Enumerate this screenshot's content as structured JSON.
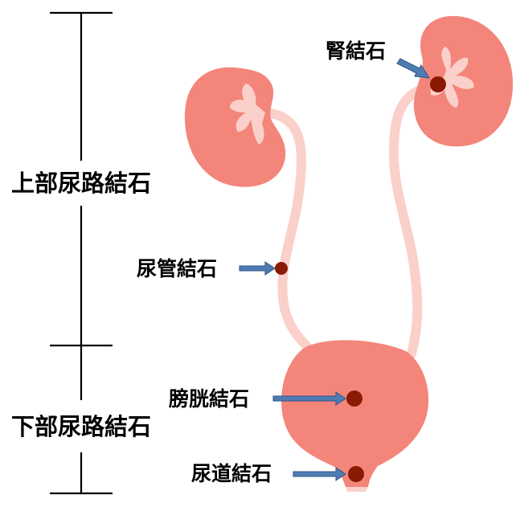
{
  "labels": {
    "upper_tract": "上部尿路結石",
    "lower_tract": "下部尿路結石",
    "kidney_stone": "腎結石",
    "ureter_stone": "尿管結石",
    "bladder_stone": "膀胱結石",
    "urethra_stone": "尿道結石"
  },
  "colors": {
    "organ": "#f3857a",
    "organ_light": "#fbd0ca",
    "stone": "#8b1a05",
    "arrow": "#4f7bb3",
    "arrow_border": "#2f5688",
    "scale_line": "#000000"
  }
}
